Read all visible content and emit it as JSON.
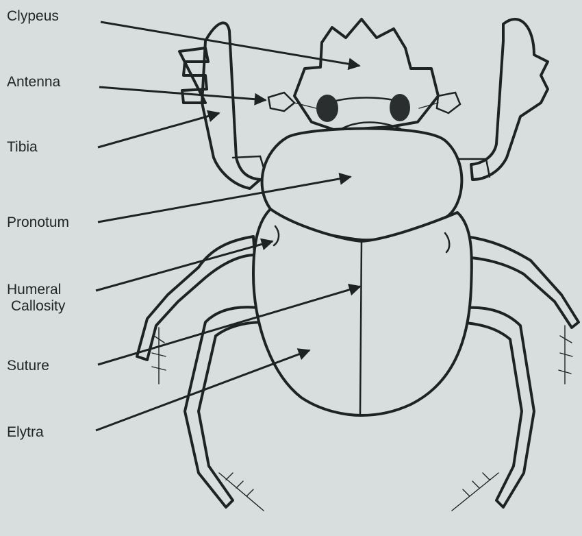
{
  "labels": {
    "clypeus": "Clypeus",
    "antenna": "Antenna",
    "tibia": "Tibia",
    "pronotum": "Pronotum",
    "humeral_line1": "Humeral",
    "humeral_line2": "Callosity",
    "suture": "Suture",
    "elytra": "Elytra"
  },
  "colors": {
    "background": "#d8dedd",
    "ink": "#1e2222"
  }
}
